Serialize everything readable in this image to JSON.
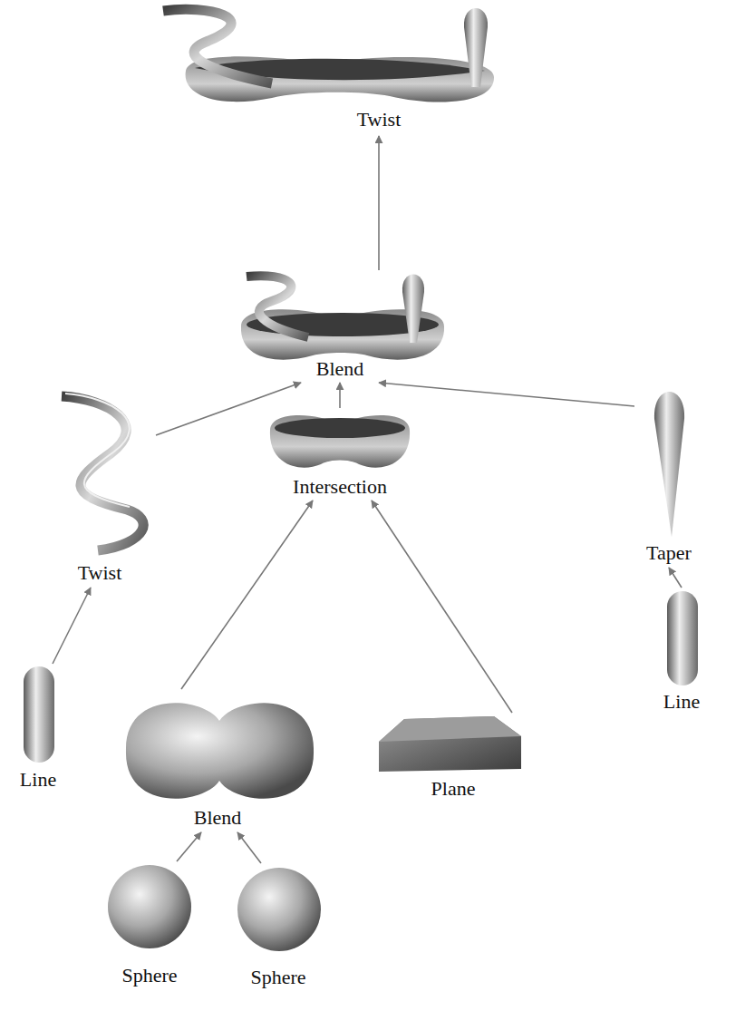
{
  "diagram": {
    "nodes": [
      {
        "text": [
          "Twist"
        ]
      },
      {
        "text": [
          "Blend"
        ]
      },
      {
        "text": [
          "Twist"
        ]
      },
      {
        "text": [
          "Intersection"
        ]
      },
      {
        "text": [
          "Taper"
        ]
      },
      {
        "text": [
          "Line"
        ]
      },
      {
        "text": [
          "Blend"
        ]
      },
      {
        "text": [
          "Plane"
        ]
      },
      {
        "text": [
          "Line"
        ]
      },
      {
        "text": [
          "Sphere"
        ]
      },
      {
        "text": [
          "Sphere"
        ]
      }
    ],
    "edges": [
      {
        "from": 1,
        "to": 0,
        "arrow": "to"
      },
      {
        "from": 2,
        "to": 1,
        "arrow": "to"
      },
      {
        "from": 3,
        "to": 1,
        "arrow": "to"
      },
      {
        "from": 4,
        "to": 1,
        "arrow": "to"
      },
      {
        "from": 5,
        "to": 2,
        "arrow": "to"
      },
      {
        "from": 6,
        "to": 3,
        "arrow": "to"
      },
      {
        "from": 7,
        "to": 3,
        "arrow": "to"
      },
      {
        "from": 8,
        "to": 4,
        "arrow": "to"
      },
      {
        "from": 9,
        "to": 6,
        "arrow": "to"
      },
      {
        "from": 10,
        "to": 6,
        "arrow": "to"
      }
    ]
  }
}
